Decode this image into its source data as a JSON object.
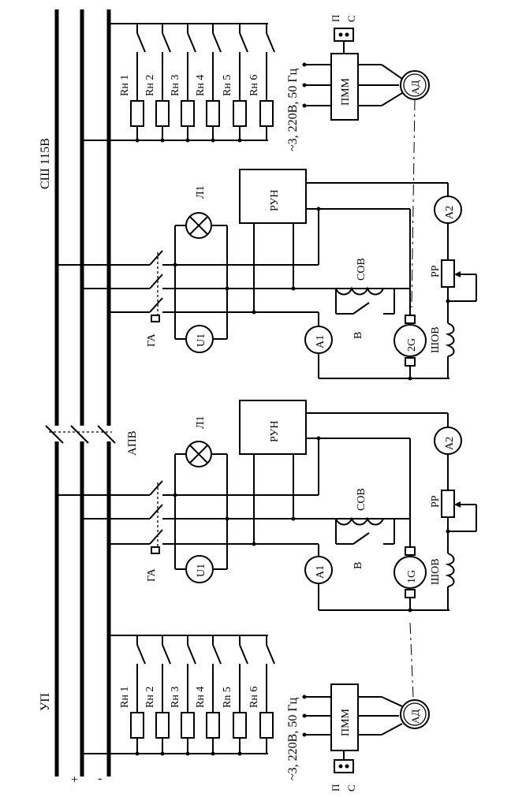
{
  "buses": {
    "upper": "СШ 115В",
    "lower": "УП",
    "plus_sign": "+",
    "minus_sign": "-",
    "switch_label": "АПВ"
  },
  "generator_units": [
    {
      "generator": "2G",
      "regulator": "РУН",
      "breaker": "ГА",
      "voltmeter": "U1",
      "lamp": "Л1",
      "ammeter_1": "A1",
      "ammeter_2": "A2",
      "series_winding": "СОВ",
      "switch": "В",
      "rheostat": "РР",
      "shunt_winding": "ШОВ"
    },
    {
      "generator": "1G",
      "regulator": "РУН",
      "breaker": "ГА",
      "voltmeter": "U1",
      "lamp": "Л1",
      "ammeter_1": "A1",
      "ammeter_2": "A2",
      "series_winding": "СОВ",
      "switch": "В",
      "rheostat": "РР",
      "shunt_winding": "ШОВ"
    }
  ],
  "load_banks": [
    {
      "loads": [
        "Rн  1",
        "Rн  2",
        "Rн  3",
        "Rн  4",
        "Rн  5",
        "Rн  6"
      ]
    },
    {
      "loads": [
        "Rн  1",
        "Rн  2",
        "Rн  3",
        "Rн  4",
        "Rn  5",
        "Rн  6"
      ]
    }
  ],
  "drives": [
    {
      "motor": "АД",
      "starter": "ПММ",
      "supply": "~3, 220В, 50 Гц",
      "button_p": "П",
      "button_s": "С"
    },
    {
      "motor": "АД",
      "starter": "ПММ",
      "supply": "~3, 220В, 50 Гц",
      "button_p": "П",
      "button_s": "С"
    }
  ]
}
